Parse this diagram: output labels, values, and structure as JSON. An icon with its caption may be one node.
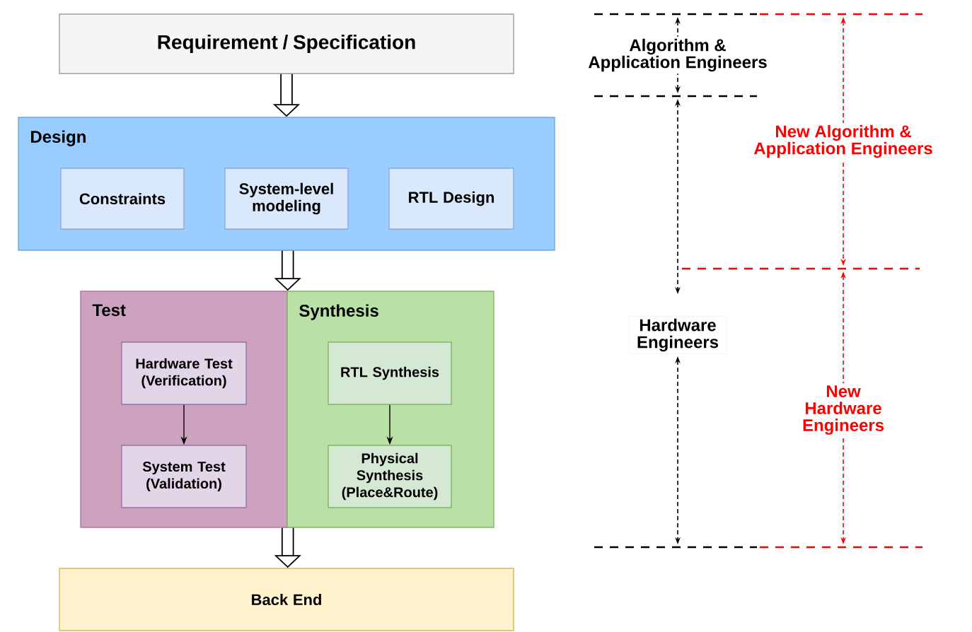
{
  "diagram": {
    "nodes": [
      {
        "text": [
          "Requirement / Specification"
        ]
      },
      {
        "text": [
          "Design"
        ]
      },
      {
        "text": [
          "Constraints"
        ],
        "in": 1
      },
      {
        "text": [
          "System-level modeling"
        ],
        "in": 1
      },
      {
        "text": [
          "RTL Design"
        ],
        "in": 1
      },
      {
        "text": [
          "Test"
        ]
      },
      {
        "text": [
          "Hardware Test (Verification)"
        ],
        "in": 5
      },
      {
        "text": [
          "System Test (Validation)"
        ],
        "in": 5
      },
      {
        "text": [
          "Synthesis"
        ]
      },
      {
        "text": [
          "RTL Synthesis"
        ],
        "in": 8
      },
      {
        "text": [
          "Physical Synthesis (Place&Route)"
        ],
        "in": 8
      },
      {
        "text": [
          "Back End"
        ]
      }
    ],
    "edges": [
      {
        "from": 0,
        "to": 1,
        "arrow": "to"
      },
      {
        "from": 1,
        "to": 5,
        "arrow": "to"
      },
      {
        "from": 1,
        "to": 8,
        "arrow": "to"
      },
      {
        "from": 6,
        "to": 7,
        "arrow": "to"
      },
      {
        "from": 9,
        "to": 10,
        "arrow": "to"
      },
      {
        "from": 5,
        "to": 11,
        "arrow": "to"
      },
      {
        "from": 8,
        "to": 11,
        "arrow": "to"
      }
    ],
    "labels": [
      "Algorithm & Application Engineers",
      "Hardware Engineers",
      "New Algorithm & Application Engineers",
      "New Hardware Engineers"
    ]
  }
}
